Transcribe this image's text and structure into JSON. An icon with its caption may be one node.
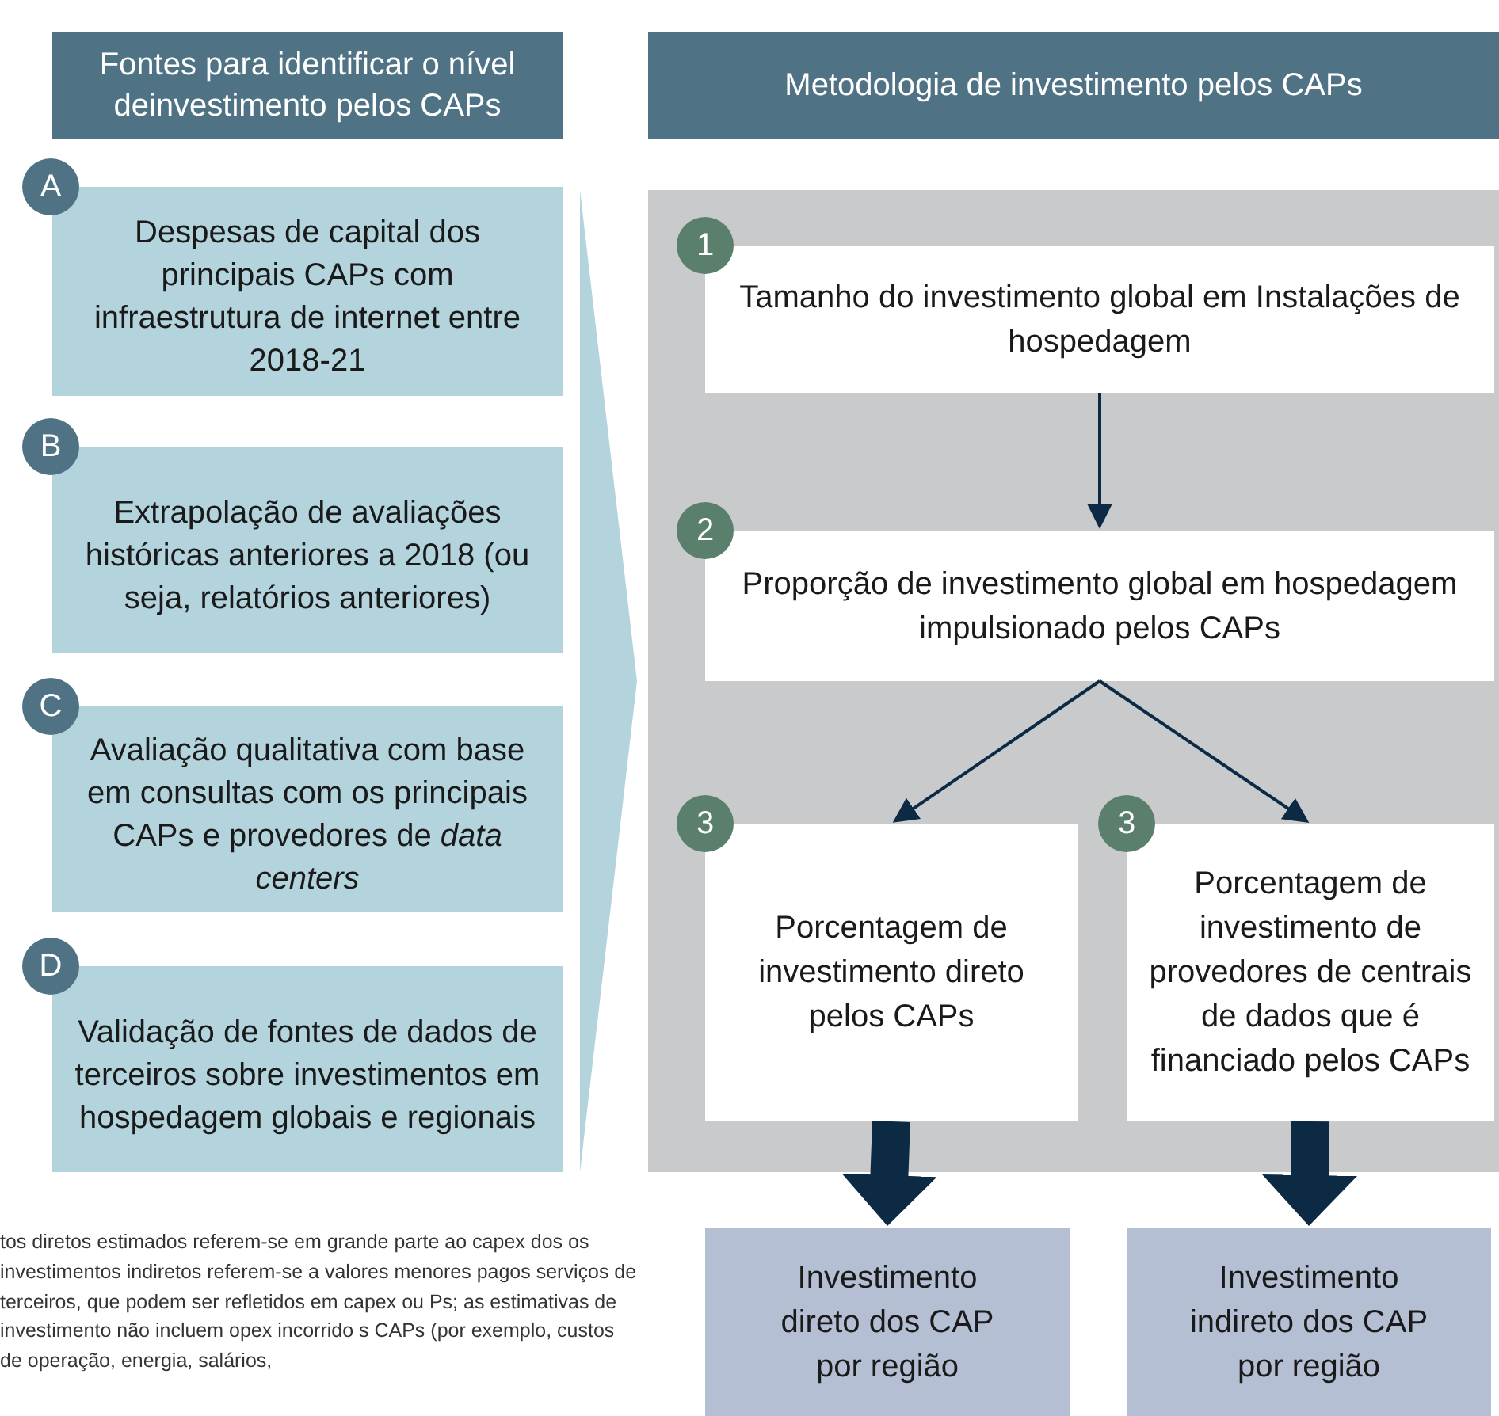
{
  "diagram": {
    "nodes": [
      {
        "text": [
          "Fontes para identificar o nível deinvestimento pelos CAPs"
        ]
      },
      {
        "text": [
          "A"
        ]
      },
      {
        "text": [
          "Despesas de capital dos principais CAPs com infraestrutura de internet entre 2018-21"
        ]
      },
      {
        "text": [
          "B"
        ]
      },
      {
        "text": [
          "Extrapolação de avaliações históricas anteriores a 2018 (ou seja, relatórios anteriores)"
        ]
      },
      {
        "text": [
          "C"
        ]
      },
      {
        "text": [
          "Avaliação qualitativa com base em consultas com os principais CAPs e provedores de *data centers*"
        ]
      },
      {
        "text": [
          "D"
        ]
      },
      {
        "text": [
          "Validação de fontes de dados de terceiros sobre investimentos em hospedagem globais e regionais"
        ]
      },
      {
        "text": [
          "Metodologia de investimento pelos CAPs"
        ]
      },
      {
        "text": [],
        "shape": "box"
      },
      {
        "text": [
          "1"
        ],
        "in": 10
      },
      {
        "text": [
          "Tamanho do investimento global em Instalações de hospedagem"
        ],
        "in": 10
      },
      {
        "text": [
          "2"
        ],
        "in": 10
      },
      {
        "text": [
          "Proporção de investimento global em hospedagem impulsionado pelos CAPs"
        ],
        "in": 10
      },
      {
        "text": [
          "3"
        ],
        "in": 10
      },
      {
        "text": [
          "Porcentagem de investimento direto pelos CAPs"
        ],
        "in": 10
      },
      {
        "text": [
          "3"
        ],
        "in": 10
      },
      {
        "text": [
          "Porcentagem de investimento de provedores de centrais de dados que é financiado pelos CAPs"
        ],
        "in": 10
      },
      {
        "text": [
          "Investimento direto dos CAP por região"
        ]
      },
      {
        "text": [
          "Investimento indireto dos CAP por região"
        ]
      },
      {
        "text": [],
        "shape": "triangle"
      }
    ],
    "edges": [
      {
        "from": 12,
        "to": 14,
        "arrow": "to"
      },
      {
        "from": 14,
        "to": 16,
        "arrow": "to"
      },
      {
        "from": 14,
        "to": 18,
        "arrow": "to"
      },
      {
        "from": 16,
        "to": 19,
        "arrow": "to",
        "style": "thick"
      },
      {
        "from": 18,
        "to": 20,
        "arrow": "to",
        "style": "thick"
      }
    ],
    "labels": [
      "tos diretos estimados referem-se em grande parte ao capex dos os investimentos indiretos referem-se a valores menores pagos serviços de terceiros, que podem ser refletidos em capex ou Ps; as estimativas de investimento não incluem opex incorrido s CAPs (por exemplo, custos de operação, energia, salários,"
    ]
  }
}
